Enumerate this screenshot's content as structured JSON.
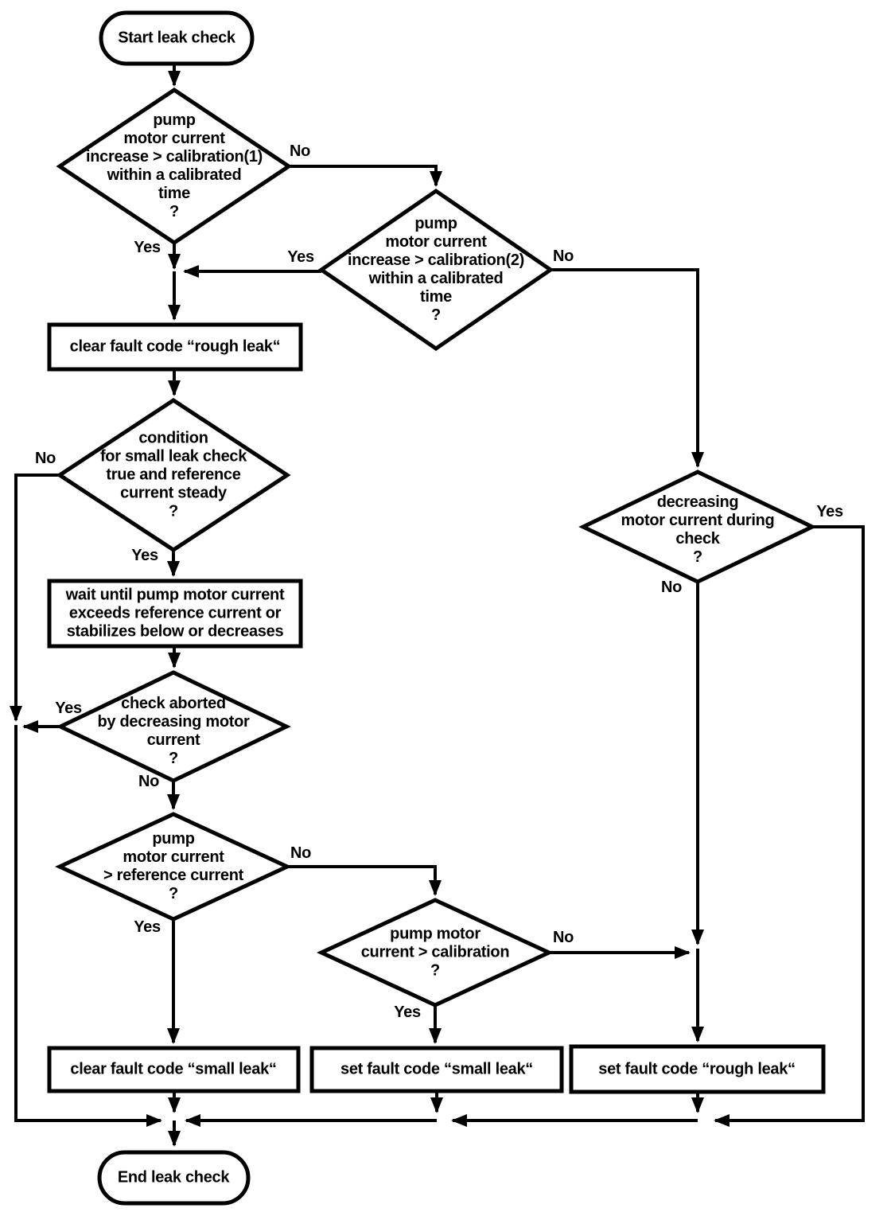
{
  "diagram": {
    "title": "Leak check flowchart",
    "colors": {
      "line": "#000000",
      "background": "#ffffff",
      "text": "#000000"
    },
    "nodes": {
      "start": {
        "type": "terminator",
        "label": "Start leak check"
      },
      "d1": {
        "type": "decision",
        "label": "pump\nmotor current\nincrease > calibration(1)\nwithin a calibrated\ntime\n?"
      },
      "d2": {
        "type": "decision",
        "label": "pump\nmotor current\nincrease > calibration(2)\nwithin a calibrated\ntime\n?"
      },
      "p1": {
        "type": "process",
        "label": "clear fault code “rough leak“"
      },
      "d3": {
        "type": "decision",
        "label": "condition\nfor small leak check\ntrue and reference\ncurrent steady\n?"
      },
      "p2": {
        "type": "process",
        "label": "wait until pump motor current\nexceeds reference current or\nstabilizes below or decreases"
      },
      "d4": {
        "type": "decision",
        "label": "check aborted\nby decreasing motor\ncurrent\n?"
      },
      "d5": {
        "type": "decision",
        "label": "pump\nmotor current\n> reference current\n?"
      },
      "d6": {
        "type": "decision",
        "label": "pump motor\ncurrent > calibration\n?"
      },
      "d7": {
        "type": "decision",
        "label": "decreasing\nmotor current during\ncheck\n?"
      },
      "r1": {
        "type": "process",
        "label": "clear fault code “small leak“"
      },
      "r2": {
        "type": "process",
        "label": "set fault code “small leak“"
      },
      "r3": {
        "type": "process",
        "label": "set fault code “rough leak“"
      },
      "end": {
        "type": "terminator",
        "label": "End leak check"
      }
    },
    "edge_labels": {
      "d1_yes": "Yes",
      "d1_no": "No",
      "d2_yes": "Yes",
      "d2_no": "No",
      "d3_yes": "Yes",
      "d3_no": "No",
      "d4_yes": "Yes",
      "d4_no": "No",
      "d5_yes": "Yes",
      "d5_no": "No",
      "d6_yes": "Yes",
      "d6_no": "No",
      "d7_yes": "Yes",
      "d7_no": "No"
    },
    "edges": [
      {
        "from": "start",
        "to": "d1"
      },
      {
        "from": "d1",
        "to": "p1",
        "label": "Yes"
      },
      {
        "from": "d1",
        "to": "d2",
        "label": "No"
      },
      {
        "from": "d2",
        "to": "p1",
        "label": "Yes"
      },
      {
        "from": "d2",
        "to": "d7",
        "label": "No"
      },
      {
        "from": "p1",
        "to": "d3"
      },
      {
        "from": "d3",
        "to": "p2",
        "label": "Yes"
      },
      {
        "from": "d3",
        "to": "end",
        "label": "No"
      },
      {
        "from": "p2",
        "to": "d4"
      },
      {
        "from": "d4",
        "to": "end",
        "label": "Yes"
      },
      {
        "from": "d4",
        "to": "d5",
        "label": "No"
      },
      {
        "from": "d5",
        "to": "r1",
        "label": "Yes"
      },
      {
        "from": "d5",
        "to": "d6",
        "label": "No"
      },
      {
        "from": "d6",
        "to": "r2",
        "label": "Yes"
      },
      {
        "from": "d6",
        "to": "r3",
        "label": "No"
      },
      {
        "from": "d7",
        "to": "r3",
        "label": "No"
      },
      {
        "from": "d7",
        "to": "end",
        "label": "Yes"
      },
      {
        "from": "r1",
        "to": "end"
      },
      {
        "from": "r2",
        "to": "end"
      },
      {
        "from": "r3",
        "to": "end"
      }
    ]
  }
}
